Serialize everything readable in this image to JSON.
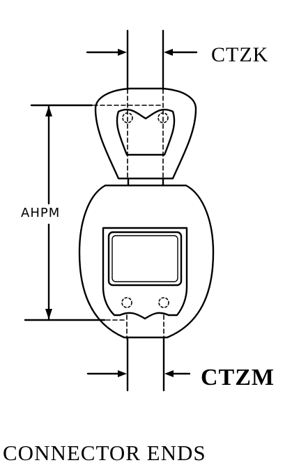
{
  "diagram": {
    "labels": {
      "top_dimension": "CTZK",
      "height_dimension": "AHPM",
      "bottom_dimension": "CTZM"
    },
    "caption": "CONNECTOR ENDS"
  },
  "colors": {
    "line": "#000000",
    "background": "#ffffff"
  }
}
